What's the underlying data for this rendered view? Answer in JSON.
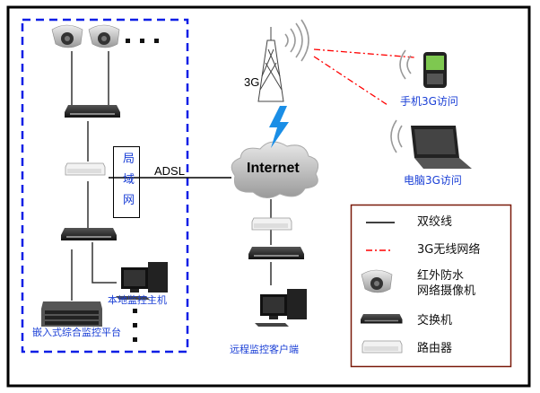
{
  "labels": {
    "lan": [
      "局",
      "域",
      "网"
    ],
    "adsl": "ADSL",
    "internet": "Internet",
    "tower_3g": "3G",
    "phone_access": "手机3G访问",
    "laptop_access": "电脑3G访问",
    "local_host": "本地监控主机",
    "embedded_platform": "嵌入式综合监控平台",
    "remote_client": "远程监控客户端"
  },
  "legend": {
    "items": [
      {
        "icon": "solid-line",
        "label": "双绞线"
      },
      {
        "icon": "red-dash-dot-line",
        "label": "3G无线网络"
      },
      {
        "icon": "ir-camera",
        "label": "红外防水",
        "label2": "网络摄像机"
      },
      {
        "icon": "switch",
        "label": "交换机"
      },
      {
        "icon": "router",
        "label": "路由器"
      }
    ]
  },
  "colors": {
    "lan_boundary": "#0a1ee6",
    "wireless_link": "#ff0000",
    "label_blue": "#1a3fd6",
    "legend_border": "#7a1a0a"
  }
}
